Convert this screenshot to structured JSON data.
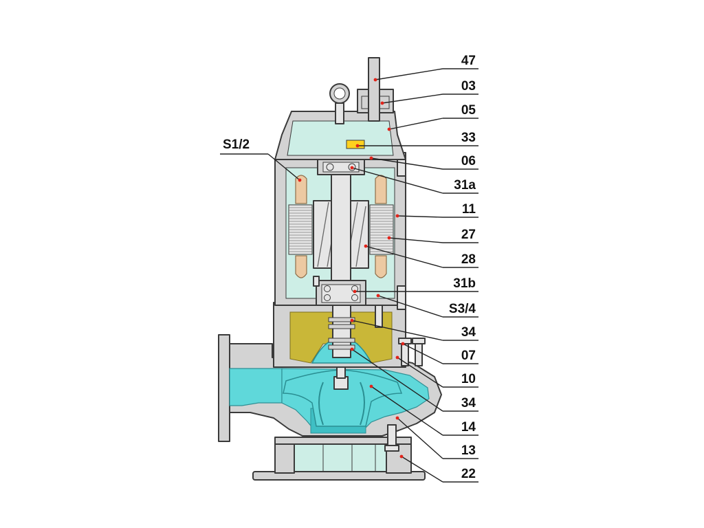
{
  "colors": {
    "casing": "#d3d3d3",
    "motor_interior": "#cdeee6",
    "water": "#5fd8da",
    "water_dark": "#3fbfc4",
    "oil": "#c9b738",
    "winding": "#ecc9a2",
    "bearing": "#e6e6e6",
    "pointer": "#e2231a",
    "text": "#111111",
    "terminal": "#ffd21f"
  },
  "callouts": [
    {
      "id": "S1/2",
      "label": "S1/2"
    },
    {
      "id": "47",
      "label": "47"
    },
    {
      "id": "03",
      "label": "03"
    },
    {
      "id": "05",
      "label": "05"
    },
    {
      "id": "33",
      "label": "33"
    },
    {
      "id": "06",
      "label": "06"
    },
    {
      "id": "31a",
      "label": "31a"
    },
    {
      "id": "11",
      "label": "11"
    },
    {
      "id": "27",
      "label": "27"
    },
    {
      "id": "28",
      "label": "28"
    },
    {
      "id": "31b",
      "label": "31b"
    },
    {
      "id": "S3/4",
      "label": "S3/4"
    },
    {
      "id": "34a",
      "label": "34"
    },
    {
      "id": "07",
      "label": "07"
    },
    {
      "id": "10",
      "label": "10"
    },
    {
      "id": "34b",
      "label": "34"
    },
    {
      "id": "14",
      "label": "14"
    },
    {
      "id": "13",
      "label": "13"
    },
    {
      "id": "22",
      "label": "22"
    }
  ]
}
